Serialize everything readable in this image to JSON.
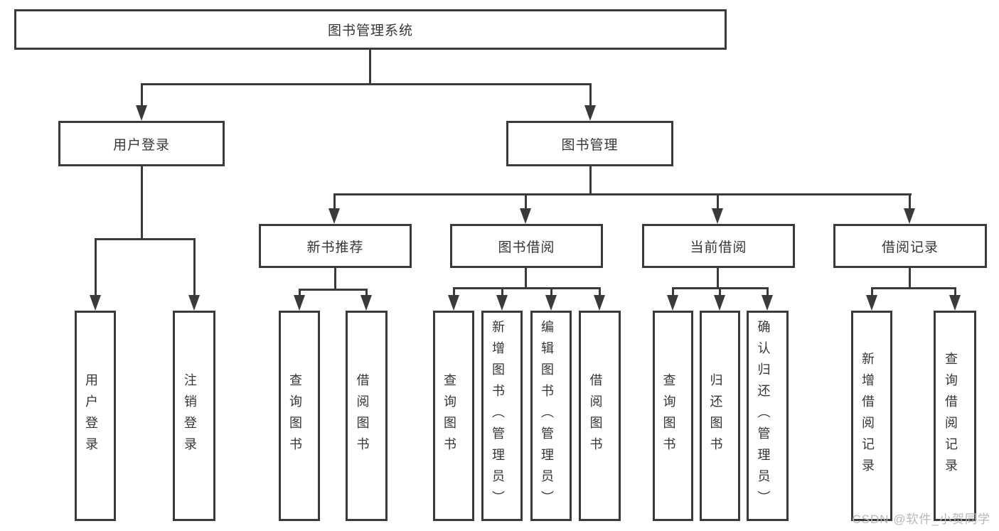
{
  "diagram": {
    "type": "hierarchy",
    "title": "图书管理系统",
    "colors": {
      "line": "#3a3a3a",
      "box_border": "#3a3a3a",
      "text": "#363636",
      "background": "#ffffff",
      "watermark": "#b7b7b7"
    },
    "nodes": {
      "root": {
        "label": "图书管理系统"
      },
      "user_login": {
        "label": "用户登录"
      },
      "book_management": {
        "label": "图书管理"
      },
      "new_book_recommend": {
        "label": "新书推荐"
      },
      "book_borrowing": {
        "label": "图书借阅"
      },
      "current_borrowing": {
        "label": "当前借阅"
      },
      "borrowing_records": {
        "label": "借阅记录"
      },
      "leaf_user_login": {
        "label": "用户登录"
      },
      "leaf_logout": {
        "label": "注销登录"
      },
      "leaf_rec_query_books": {
        "label": "查询图书"
      },
      "leaf_rec_borrow_books": {
        "label": "借阅图书"
      },
      "leaf_bor_query_books": {
        "label": "查询图书"
      },
      "leaf_bor_add_books": {
        "label": "新增图书（管理员）"
      },
      "leaf_bor_edit_books": {
        "label": "编辑图书（管理员）"
      },
      "leaf_bor_borrow_books": {
        "label": "借阅图书"
      },
      "leaf_cur_query_books": {
        "label": "查询图书"
      },
      "leaf_cur_return_books": {
        "label": "归还图书"
      },
      "leaf_cur_confirm_return": {
        "label": "确认归还（管理员）"
      },
      "leaf_rec_add_record": {
        "label": "新增借阅记录"
      },
      "leaf_rec_query_record": {
        "label": "查询借阅记录"
      }
    },
    "edges": [
      "图书管理系统 -> 用户登录",
      "图书管理系统 -> 图书管理",
      "用户登录 -> 用户登录(叶), 注销登录",
      "图书管理 -> 新书推荐, 图书借阅, 当前借阅, 借阅记录",
      "新书推荐 -> 查询图书, 借阅图书",
      "图书借阅 -> 查询图书, 新增图书（管理员）, 编辑图书（管理员）, 借阅图书",
      "当前借阅 -> 查询图书, 归还图书, 确认归还（管理员）",
      "借阅记录 -> 新增借阅记录, 查询借阅记录"
    ]
  },
  "watermark": {
    "text": "CSDN @软件_小贺同学"
  }
}
